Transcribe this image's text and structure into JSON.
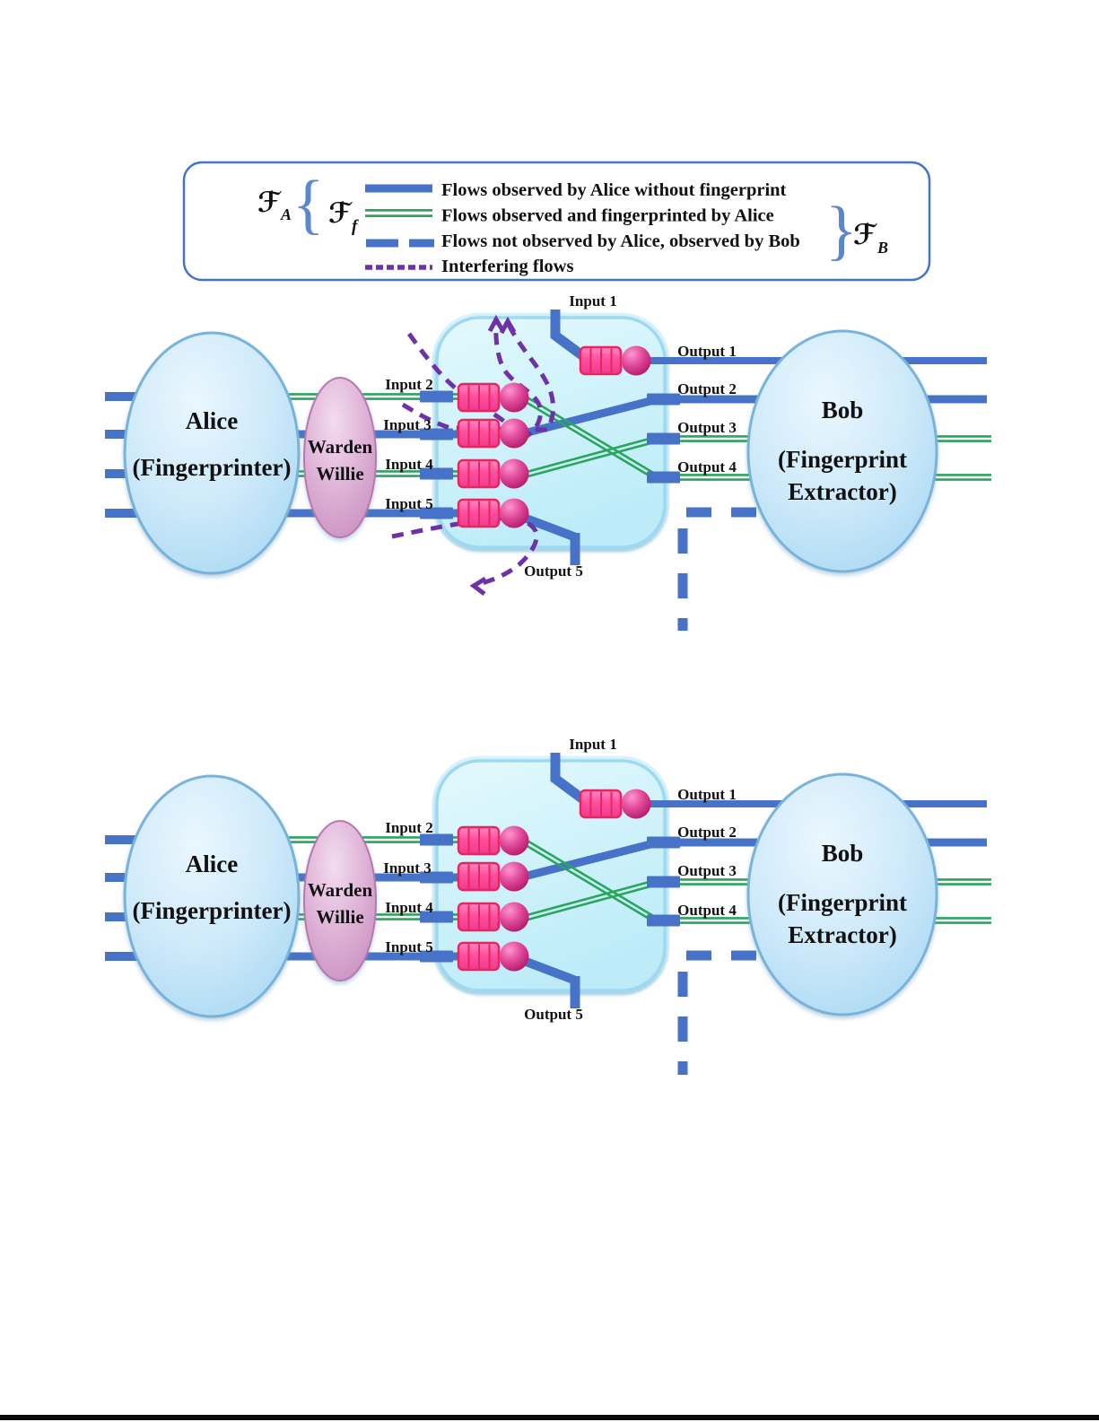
{
  "colors": {
    "flow_blue": "#4673c8",
    "flow_green": "#2aa65c",
    "interfering_purple": "#6e32a8",
    "node_fill_light": "#eaf7fe",
    "node_fill_deep": "#9dd3f0",
    "node_border": "#79b3dc",
    "warden_fill_light": "#f3dcef",
    "warden_fill_deep": "#c083b8",
    "router_fill_light": "#e3f9fd",
    "router_fill_deep": "#bdecf8",
    "router_border": "#9ddaf2",
    "queue_pink": "#ff4f9e",
    "queue_border": "#e8255e",
    "sphere_magenta": "#c4217a",
    "legend_border": "#4673c8",
    "text": "#111111"
  },
  "legend": {
    "set_a_symbol": "ℱ",
    "set_a_sub": "A",
    "set_f_symbol": "ℱ",
    "set_f_sub": "f",
    "set_b_symbol": "ℱ",
    "set_b_sub": "B",
    "brace_left": "{",
    "brace_right": "}",
    "items": [
      {
        "key": "blue-solid",
        "label": "Flows observed by Alice without fingerprint"
      },
      {
        "key": "green-double",
        "label": "Flows observed and fingerprinted by Alice"
      },
      {
        "key": "blue-dashed",
        "label": "Flows not observed by Alice, observed by Bob"
      },
      {
        "key": "purple-dashed",
        "label": "Interfering flows"
      }
    ]
  },
  "diagram": {
    "alice": {
      "line1": "Alice",
      "line2": "(Fingerprinter)"
    },
    "warden": {
      "line1": "Warden",
      "line2": "Willie"
    },
    "bob": {
      "line1": "Bob",
      "line2": "(Fingerprint",
      "line3": "Extractor)"
    },
    "inputs": [
      "Input 1",
      "Input 2",
      "Input 3",
      "Input 4",
      "Input 5"
    ],
    "outputs": [
      "Output 1",
      "Output 2",
      "Output 3",
      "Output 4",
      "Output 5"
    ]
  }
}
